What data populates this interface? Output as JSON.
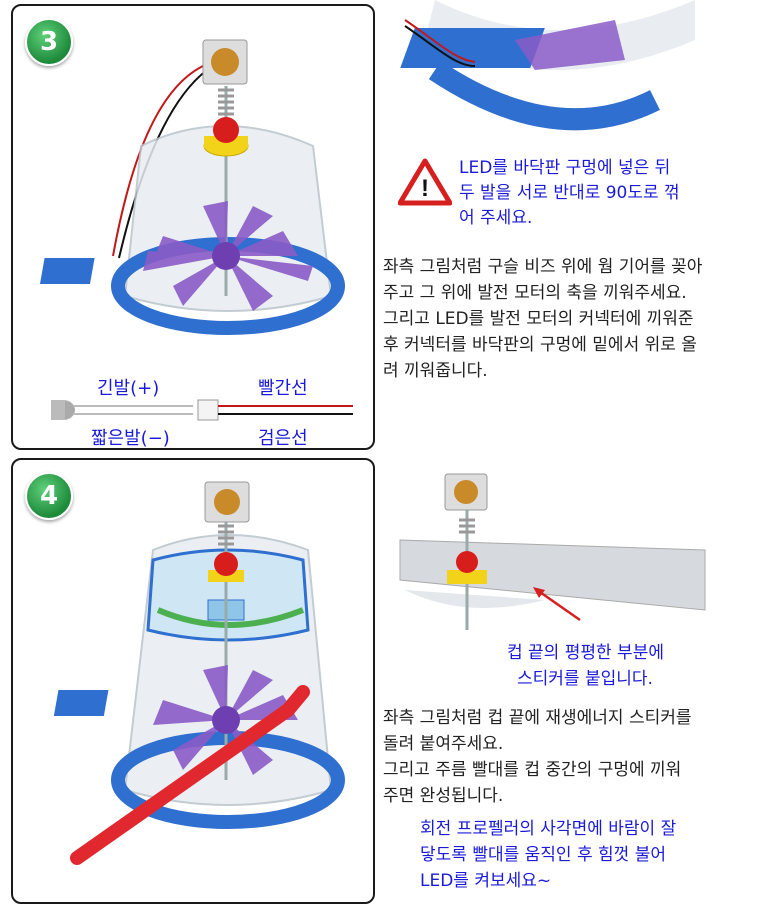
{
  "step3": {
    "number": "3",
    "warning_text": [
      "LED를 바닥판 구멍에 넣은 뒤",
      "두 발을 서로 반대로 90도로 꺾",
      "어 주세요."
    ],
    "description": [
      "좌측 그림처럼 구슬 비즈 위에 웜 기어를 꽂아",
      "주고 그 위에 발전 모터의 축을 끼워주세요.",
      "그리고 LED를 발전 모터의 커넥터에 끼워준",
      "후 커넥터를 바닥판의 구멍에 밑에서 위로 올",
      "려 끼워줍니다."
    ],
    "labels": {
      "long_leg": "긴발(+)",
      "short_leg": "짧은발(−)",
      "red_wire": "빨간선",
      "black_wire": "검은선"
    }
  },
  "step4": {
    "number": "4",
    "callout": [
      "컵 끝의 평평한 부분에",
      "스티커를 붙입니다."
    ],
    "description": [
      "좌측 그림처럼 컵 끝에 재생에너지 스티커를",
      "돌려 붙여주세요.",
      "그리고 주름 빨대를 컵 중간의 구멍에 끼워",
      "주면 완성됩니다."
    ],
    "tip": [
      "회전 프로펠러의 사각면에 바람이 잘",
      "닿도록 빨대를 움직인 후 힘껏 불어",
      "LED를 켜보세요~"
    ]
  },
  "colors": {
    "accent_blue": "#1a1ad8",
    "base_blue": "#2f6fd0",
    "propeller_purple": "#8a5cc8",
    "straw_red": "#e0282e",
    "badge_green": "#1d8a3a",
    "warning_red": "#d62020"
  }
}
